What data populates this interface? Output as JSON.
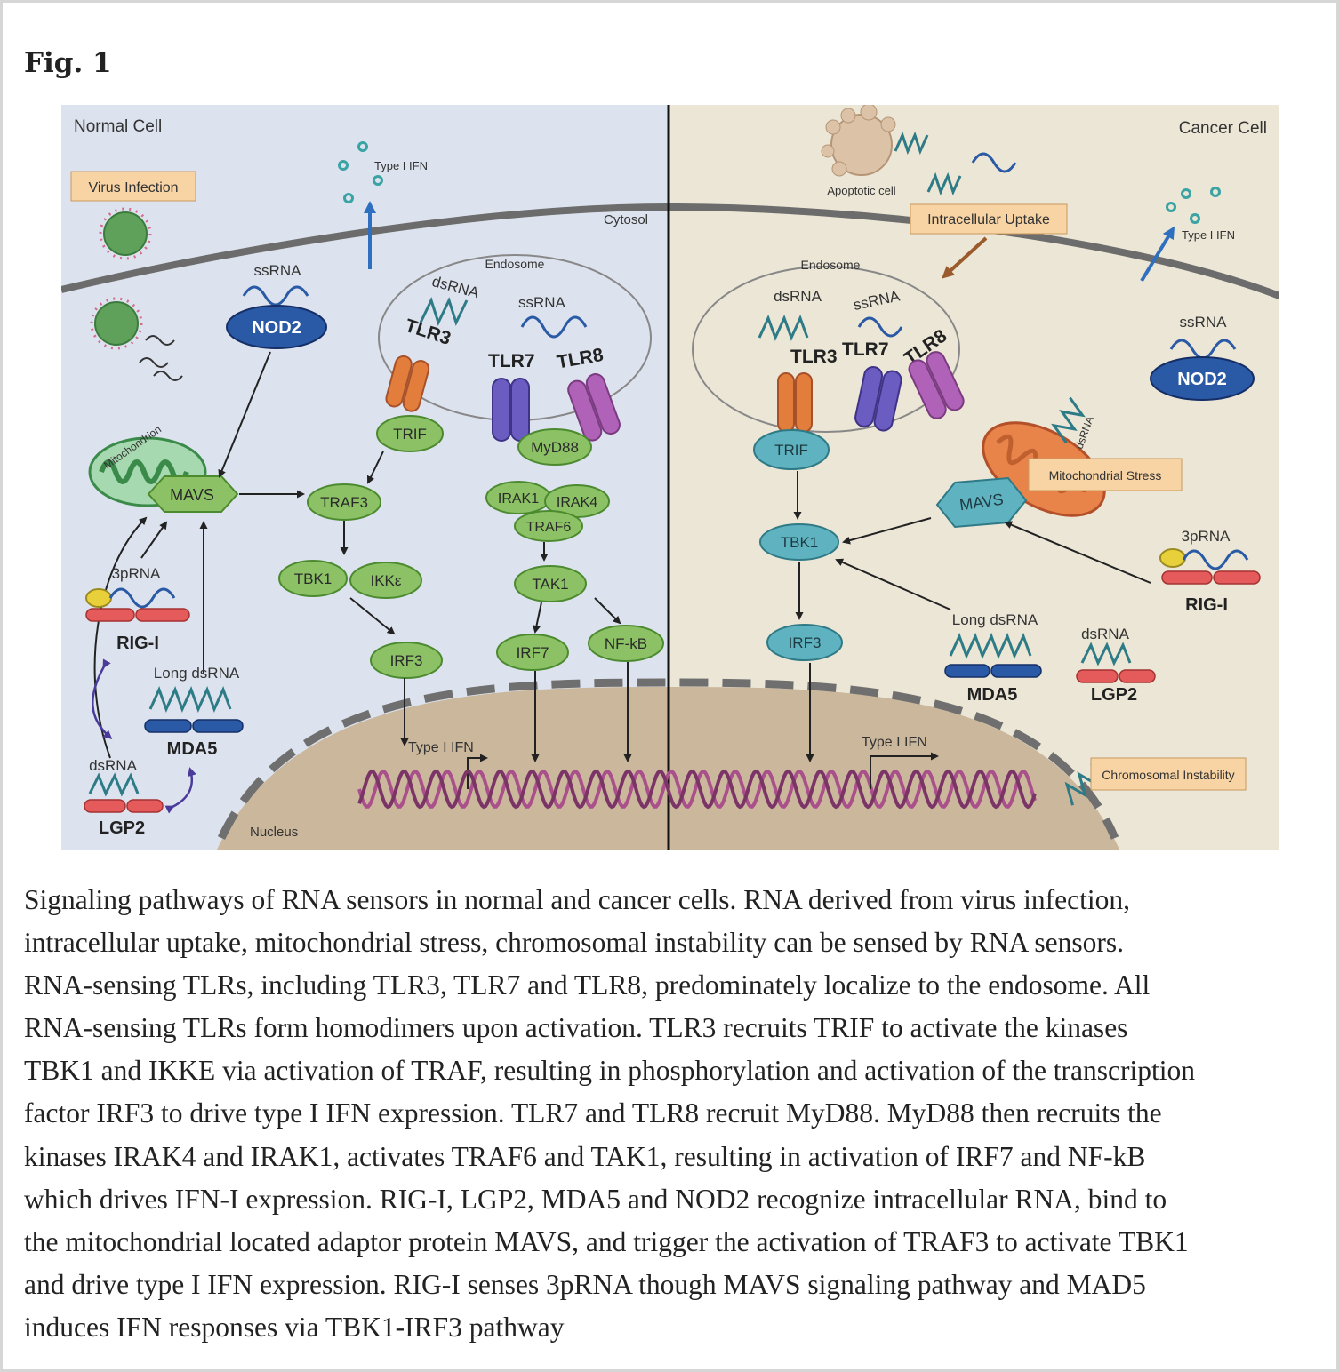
{
  "figure_label": "Fig. 1",
  "diagram": {
    "normal_cell": {
      "title": "Normal Cell",
      "virus_infection": "Virus Infection",
      "type_i_ifn_top": "Type I IFN",
      "cytosol": "Cytosol",
      "endosome": "Endosome",
      "endo_dsrna": "dsRNA",
      "endo_ssrna": "ssRNA",
      "tlr3": "TLR3",
      "tlr7": "TLR7",
      "tlr8": "TLR8",
      "nod2_ssrna": "ssRNA",
      "nod2": "NOD2",
      "mitochondrion": "Mitochondrion",
      "mavs": "MAVS",
      "trif": "TRIF",
      "traf3": "TRAF3",
      "myd88": "MyD88",
      "irak1": "IRAK1",
      "irak4": "IRAK4",
      "traf6": "TRAF6",
      "tbk1": "TBK1",
      "ikke": "IKKε",
      "tak1": "TAK1",
      "irf3": "IRF3",
      "irf7": "IRF7",
      "nfkb": "NF-kB",
      "three_p_rna": "3pRNA",
      "rig_i": "RIG-I",
      "long_dsrna": "Long dsRNA",
      "mda5": "MDA5",
      "lgp2_dsrna": "dsRNA",
      "lgp2": "LGP2",
      "type_i_ifn_nucleus": "Type I IFN",
      "nucleus": "Nucleus"
    },
    "cancer_cell": {
      "title": "Cancer Cell",
      "apoptotic_cell": "Apoptotic cell",
      "intracellular_uptake": "Intracellular Uptake",
      "type_i_ifn_top": "Type I IFN",
      "endosome": "Endosome",
      "endo_dsrna": "dsRNA",
      "endo_ssrna": "ssRNA",
      "tlr3": "TLR3",
      "tlr7": "TLR7",
      "tlr8": "TLR8",
      "nod2_ssrna": "ssRNA",
      "nod2": "NOD2",
      "mito_dsrna": "dsRNA",
      "mitochondrial_stress": "Mitochondrial Stress",
      "mavs": "MAVS",
      "trif": "TRIF",
      "tbk1": "TBK1",
      "irf3": "IRF3",
      "three_p_rna": "3pRNA",
      "rig_i": "RIG-I",
      "long_dsrna": "Long dsRNA",
      "mda5": "MDA5",
      "lgp2_dsrna": "dsRNA",
      "lgp2": "LGP2",
      "type_i_ifn_nucleus": "Type I IFN",
      "chromosomal_instability": "Chromosomal Instability"
    }
  },
  "caption_lines": [
    "Signaling pathways of RNA sensors in normal and cancer cells. RNA derived from virus infection,",
    "intracellular uptake, mitochondrial stress, chromosomal instability can be sensed by RNA sensors.",
    "RNA-sensing TLRs, including TLR3, TLR7 and TLR8, predominately localize to the endosome. All",
    "RNA-sensing TLRs form homodimers upon activation. TLR3 recruits TRIF to activate the kinases",
    "TBK1 and IKKE via activation of TRAF, resulting in phosphorylation and activation of the transcription",
    "factor IRF3 to drive type I IFN expression. TLR7 and TLR8 recruit MyD88. MyD88 then recruits the",
    "kinases IRAK4 and IRAK1, activates TRAF6 and TAK1, resulting in activation of IRF7 and NF-kB",
    "which drives IFN-I expression. RIG-I, LGP2, MDA5 and NOD2 recognize intracellular RNA, bind to",
    "the mitochondrial located adaptor protein MAVS, and trigger the activation of TRAF3 to activate TBK1",
    "and drive type I IFN expression. RIG-I senses 3pRNA though MAVS signaling pathway and MAD5",
    "induces IFN responses via TBK1-IRF3 pathway"
  ],
  "colors": {
    "normal_bg": "#dde3ee",
    "cancer_bg": "#ece6d6",
    "nucleus": "#cbb79b",
    "green_node": "#8cc265",
    "teal_node": "#5fb2bf",
    "nod2_blue": "#2a5aa5",
    "dna_pink": "#a94f8c",
    "label_box": "#f8d4a4"
  }
}
